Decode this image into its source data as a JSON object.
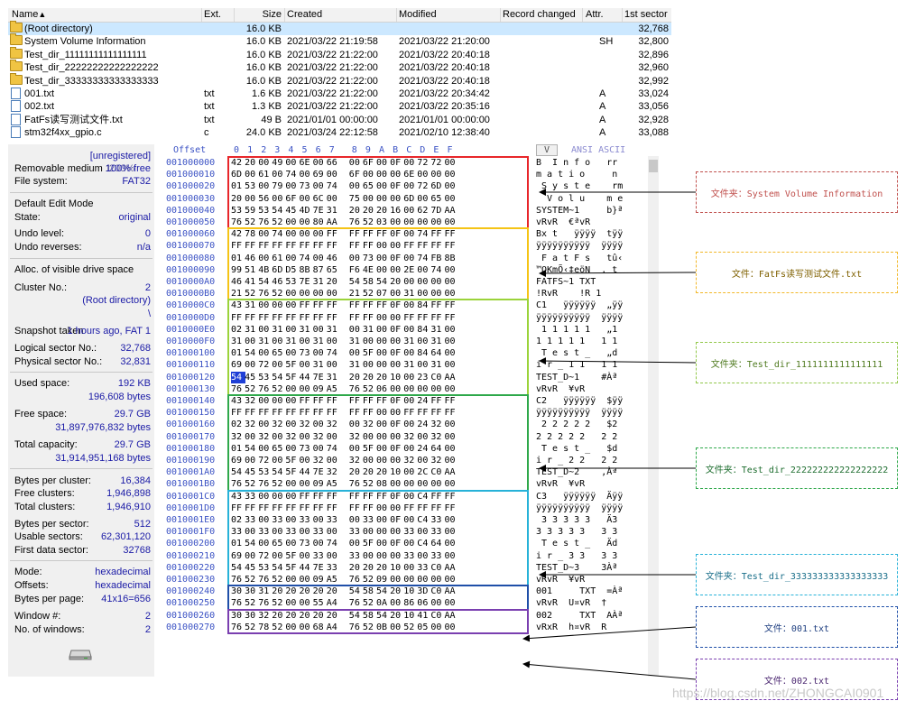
{
  "filelist": {
    "columns": [
      "Name",
      "Ext.",
      "Size",
      "Created",
      "Modified",
      "Record changed",
      "Attr.",
      "1st sector"
    ],
    "sort_indicator": "▲",
    "rows": [
      {
        "name": "(Root directory)",
        "ext": "",
        "size": "16.0 KB",
        "created": "",
        "modified": "",
        "attr": "",
        "sector": "32,768",
        "icon": "folder-icon"
      },
      {
        "name": "System Volume Information",
        "ext": "",
        "size": "16.0 KB",
        "created": "2021/03/22  21:19:58",
        "modified": "2021/03/22  21:20:00",
        "attr": "SH",
        "sector": "32,800",
        "icon": "folder-icon"
      },
      {
        "name": "Test_dir_11111111111111111",
        "ext": "",
        "size": "16.0 KB",
        "created": "2021/03/22  21:22:00",
        "modified": "2021/03/22  20:40:18",
        "attr": "",
        "sector": "32,896",
        "icon": "folder-icon"
      },
      {
        "name": "Test_dir_22222222222222222",
        "ext": "",
        "size": "16.0 KB",
        "created": "2021/03/22  21:22:00",
        "modified": "2021/03/22  20:40:18",
        "attr": "",
        "sector": "32,960",
        "icon": "folder-icon"
      },
      {
        "name": "Test_dir_33333333333333333",
        "ext": "",
        "size": "16.0 KB",
        "created": "2021/03/22  21:22:00",
        "modified": "2021/03/22  20:40:18",
        "attr": "",
        "sector": "32,992",
        "icon": "folder-icon"
      },
      {
        "name": "001.txt",
        "ext": "txt",
        "size": "1.6 KB",
        "created": "2021/03/22  21:22:00",
        "modified": "2021/03/22  20:34:42",
        "attr": "A",
        "sector": "33,024",
        "icon": "file-icon"
      },
      {
        "name": "002.txt",
        "ext": "txt",
        "size": "1.3 KB",
        "created": "2021/03/22  21:22:00",
        "modified": "2021/03/22  20:35:16",
        "attr": "A",
        "sector": "33,056",
        "icon": "file-icon"
      },
      {
        "name": "FatFs读写测试文件.txt",
        "ext": "txt",
        "size": "49 B",
        "created": "2021/01/01  00:00:00",
        "modified": "2021/01/01  00:00:00",
        "attr": "A",
        "sector": "32,928",
        "icon": "file-icon"
      },
      {
        "name": "stm32f4xx_gpio.c",
        "ext": "c",
        "size": "24.0 KB",
        "created": "2021/03/24  22:12:58",
        "modified": "2021/02/10  12:38:40",
        "attr": "A",
        "sector": "33,088",
        "icon": "file-icon"
      }
    ]
  },
  "info": {
    "unregistered": "[unregistered]",
    "removable_label": "Removable medium 1",
    "removable_value_under": "200%",
    "removable_value": "100% free",
    "filesystem_label": "File system:",
    "filesystem_value": "FAT32",
    "edit_mode_label": "Default Edit Mode",
    "state_label": "State:",
    "state_value": "original",
    "undo_level_label": "Undo level:",
    "undo_level_value": "0",
    "undo_rev_label": "Undo reverses:",
    "undo_rev_value": "n/a",
    "alloc_label": "Alloc. of visible drive space",
    "cluster_label": "Cluster No.:",
    "cluster_value": "2",
    "cluster_dir": "(Root directory)",
    "cluster_path": "\\",
    "snapshot_label": "Snapshot taken",
    "snapshot_value": "1 hours ago, FAT 1",
    "logical_label": "Logical sector No.:",
    "logical_value": "32,768",
    "physical_label": "Physical sector No.:",
    "physical_value": "32,831",
    "used_label": "Used space:",
    "used_value": "192 KB",
    "used_bytes": "196,608 bytes",
    "free_label": "Free space:",
    "free_value": "29.7 GB",
    "free_bytes": "31,897,976,832 bytes",
    "total_label": "Total capacity:",
    "total_value": "29.7 GB",
    "total_bytes": "31,914,951,168 bytes",
    "bpc_label": "Bytes per cluster:",
    "bpc_value": "16,384",
    "freec_label": "Free clusters:",
    "freec_value": "1,946,898",
    "totalc_label": "Total clusters:",
    "totalc_value": "1,946,910",
    "bps_label": "Bytes per sector:",
    "bps_value": "512",
    "usable_label": "Usable sectors:",
    "usable_value": "62,301,120",
    "firstdata_label": "First data sector:",
    "firstdata_value": "32768",
    "mode_label": "Mode:",
    "mode_value": "hexadecimal",
    "offsets_label": "Offsets:",
    "offsets_value": "hexadecimal",
    "bpp_label": "Bytes per page:",
    "bpp_value": "41x16=656",
    "window_label": "Window #:",
    "window_value": "2",
    "nwin_label": "No. of windows:",
    "nwin_value": "2"
  },
  "hex": {
    "header_offset": "Offset",
    "header_cols": [
      "0",
      "1",
      "2",
      "3",
      "4",
      "5",
      "6",
      "7",
      "8",
      "9",
      "A",
      "B",
      "C",
      "D",
      "E",
      "F"
    ],
    "header_ascii_sel": "V",
    "header_ascii": "ANSI ASCII",
    "cursor": {
      "row": 18,
      "col": 0
    },
    "rows": [
      {
        "off": "001000000",
        "b": "42 20 00 49 00 6E 00 66 00 6F 00 0F 00 72 72 00",
        "a": "B  I n f o   rr"
      },
      {
        "off": "001000010",
        "b": "6D 00 61 00 74 00 69 00 6F 00 00 00 6E 00 00 00",
        "a": "m a t i o     n"
      },
      {
        "off": "001000020",
        "b": "01 53 00 79 00 73 00 74 00 65 00 0F 00 72 6D 00",
        "a": " S y s t e    rm"
      },
      {
        "off": "001000030",
        "b": "20 00 56 00 6F 00 6C 00 75 00 00 00 6D 00 65 00",
        "a": "  V o l u    m e"
      },
      {
        "off": "001000040",
        "b": "53 59 53 54 45 4D 7E 31 20 20 20 16 00 62 7D AA",
        "a": "SYSTEM~1     b}ª"
      },
      {
        "off": "001000050",
        "b": "76 52 76 52 00 00 80 AA 76 52 03 00 00 00 00 00",
        "a": "vRvR  €ªvR"
      },
      {
        "off": "001000060",
        "b": "42 78 00 74 00 00 00 FF FF FF FF 0F 00 74 FF FF",
        "a": "Bx t   ÿÿÿÿ  tÿÿ"
      },
      {
        "off": "001000070",
        "b": "FF FF FF FF FF FF FF FF FF FF 00 00 FF FF FF FF",
        "a": "ÿÿÿÿÿÿÿÿÿÿ  ÿÿÿÿ"
      },
      {
        "off": "001000080",
        "b": "01 46 00 61 00 74 00 46 00 73 00 0F 00 74 FB 8B",
        "a": " F a t F s   tû‹"
      },
      {
        "off": "001000090",
        "b": "99 51 4B 6D D5 8B 87 65 F6 4E 00 00 2E 00 74 00",
        "a": "™QKmÕ‹‡eöN  . t"
      },
      {
        "off": "0010000A0",
        "b": "46 41 54 46 53 7E 31 20 54 58 54 20 00 00 00 00",
        "a": "FATFS~1 TXT"
      },
      {
        "off": "0010000B0",
        "b": "21 52 76 52 00 00 00 00 21 52 07 00 31 00 00 00",
        "a": "!RvR    !R 1"
      },
      {
        "off": "0010000C0",
        "b": "43 31 00 00 00 FF FF FF FF FF FF 0F 00 84 FF FF",
        "a": "C1   ÿÿÿÿÿÿ  „ÿÿ"
      },
      {
        "off": "0010000D0",
        "b": "FF FF FF FF FF FF FF FF FF FF 00 00 FF FF FF FF",
        "a": "ÿÿÿÿÿÿÿÿÿÿ  ÿÿÿÿ"
      },
      {
        "off": "0010000E0",
        "b": "02 31 00 31 00 31 00 31 00 31 00 0F 00 84 31 00",
        "a": " 1 1 1 1 1   „1"
      },
      {
        "off": "0010000F0",
        "b": "31 00 31 00 31 00 31 00 31 00 00 00 31 00 31 00",
        "a": "1 1 1 1 1   1 1"
      },
      {
        "off": "001000100",
        "b": "01 54 00 65 00 73 00 74 00 5F 00 0F 00 84 64 00",
        "a": " T e s t _   „d"
      },
      {
        "off": "001000110",
        "b": "69 00 72 00 5F 00 31 00 31 00 00 00 31 00 31 00",
        "a": "i r _ 1 1   1 1"
      },
      {
        "off": "001000120",
        "b": "54 45 53 54 5F 44 7E 31 20 20 20 10 00 23 C0 AA",
        "a": "TEST_D~1    #Àª"
      },
      {
        "off": "001000130",
        "b": "76 52 76 52 00 00 09 A5 76 52 06 00 00 00 00 00",
        "a": "vRvR  ¥vR"
      },
      {
        "off": "001000140",
        "b": "43 32 00 00 00 FF FF FF FF FF FF 0F 00 24 FF FF",
        "a": "C2   ÿÿÿÿÿÿ  $ÿÿ"
      },
      {
        "off": "001000150",
        "b": "FF FF FF FF FF FF FF FF FF FF 00 00 FF FF FF FF",
        "a": "ÿÿÿÿÿÿÿÿÿÿ  ÿÿÿÿ"
      },
      {
        "off": "001000160",
        "b": "02 32 00 32 00 32 00 32 00 32 00 0F 00 24 32 00",
        "a": " 2 2 2 2 2   $2"
      },
      {
        "off": "001000170",
        "b": "32 00 32 00 32 00 32 00 32 00 00 00 32 00 32 00",
        "a": "2 2 2 2 2   2 2"
      },
      {
        "off": "001000180",
        "b": "01 54 00 65 00 73 00 74 00 5F 00 0F 00 24 64 00",
        "a": " T e s t _   $d"
      },
      {
        "off": "001000190",
        "b": "69 00 72 00 5F 00 32 00 32 00 00 00 32 00 32 00",
        "a": "i r _ 2 2   2 2"
      },
      {
        "off": "0010001A0",
        "b": "54 45 53 54 5F 44 7E 32 20 20 20 10 00 2C C0 AA",
        "a": "TEST_D~2    ,Àª"
      },
      {
        "off": "0010001B0",
        "b": "76 52 76 52 00 00 09 A5 76 52 08 00 00 00 00 00",
        "a": "vRvR  ¥vR"
      },
      {
        "off": "0010001C0",
        "b": "43 33 00 00 00 FF FF FF FF FF FF 0F 00 C4 FF FF",
        "a": "C3   ÿÿÿÿÿÿ  Äÿÿ"
      },
      {
        "off": "0010001D0",
        "b": "FF FF FF FF FF FF FF FF FF FF 00 00 FF FF FF FF",
        "a": "ÿÿÿÿÿÿÿÿÿÿ  ÿÿÿÿ"
      },
      {
        "off": "0010001E0",
        "b": "02 33 00 33 00 33 00 33 00 33 00 0F 00 C4 33 00",
        "a": " 3 3 3 3 3   Ä3"
      },
      {
        "off": "0010001F0",
        "b": "33 00 33 00 33 00 33 00 33 00 00 00 33 00 33 00",
        "a": "3 3 3 3 3   3 3"
      },
      {
        "off": "001000200",
        "b": "01 54 00 65 00 73 00 74 00 5F 00 0F 00 C4 64 00",
        "a": " T e s t _   Äd"
      },
      {
        "off": "001000210",
        "b": "69 00 72 00 5F 00 33 00 33 00 00 00 33 00 33 00",
        "a": "i r _ 3 3   3 3"
      },
      {
        "off": "001000220",
        "b": "54 45 53 54 5F 44 7E 33 20 20 20 10 00 33 C0 AA",
        "a": "TEST_D~3    3Àª"
      },
      {
        "off": "001000230",
        "b": "76 52 76 52 00 00 09 A5 76 52 09 00 00 00 00 00",
        "a": "vRvR  ¥vR"
      },
      {
        "off": "001000240",
        "b": "30 30 31 20 20 20 20 20 54 58 54 20 10 3D C0 AA",
        "a": "001     TXT  =Àª"
      },
      {
        "off": "001000250",
        "b": "76 52 76 52 00 00 55 A4 76 52 0A 00 86 06 00 00",
        "a": "vRvR  U¤vR  †"
      },
      {
        "off": "001000260",
        "b": "30 30 32 20 20 20 20 20 54 58 54 20 10 41 C0 AA",
        "a": "002     TXT  AÀª"
      },
      {
        "off": "001000270",
        "b": "76 52 78 52 00 00 68 A4 76 52 0B 00 52 05 00 00",
        "a": "vRxR  h¤vR  R"
      }
    ]
  },
  "boxes": [
    {
      "color": "#e8262a",
      "row_start": 0,
      "row_end": 5
    },
    {
      "color": "#f5c416",
      "row_start": 6,
      "row_end": 11
    },
    {
      "color": "#9bd33a",
      "row_start": 12,
      "row_end": 19
    },
    {
      "color": "#2ea84a",
      "row_start": 20,
      "row_end": 27
    },
    {
      "color": "#27b2d8",
      "row_start": 28,
      "row_end": 35
    },
    {
      "color": "#1f4fa8",
      "row_start": 36,
      "row_end": 37
    },
    {
      "color": "#7a3fb0",
      "row_start": 38,
      "row_end": 39
    }
  ],
  "callouts": [
    {
      "text": "文件夹：System Volume Information",
      "color": "#c0504d",
      "text_color": "#c0504d"
    },
    {
      "text": "文件：FatFs读写测试文件.txt",
      "color": "#f2b829",
      "text_color": "#7f6000"
    },
    {
      "text": "文件夹：Test_dir_1111111111111111",
      "color": "#92c84a",
      "text_color": "#4f7a1f"
    },
    {
      "text": "文件夹：Test_dir_222222222222222222",
      "color": "#2ea84a",
      "text_color": "#1f6e30"
    },
    {
      "text": "文件夹：Test_dir_333333333333333333",
      "color": "#27b2d8",
      "text_color": "#1a6f8a"
    },
    {
      "text": "文件：001.txt",
      "color": "#1f4fa8",
      "text_color": "#1f3f80"
    },
    {
      "text": "文件：002.txt",
      "color": "#7a3fb0",
      "text_color": "#4a2670"
    }
  ],
  "watermark": "https://blog.csdn.net/ZHONGCAI0901"
}
